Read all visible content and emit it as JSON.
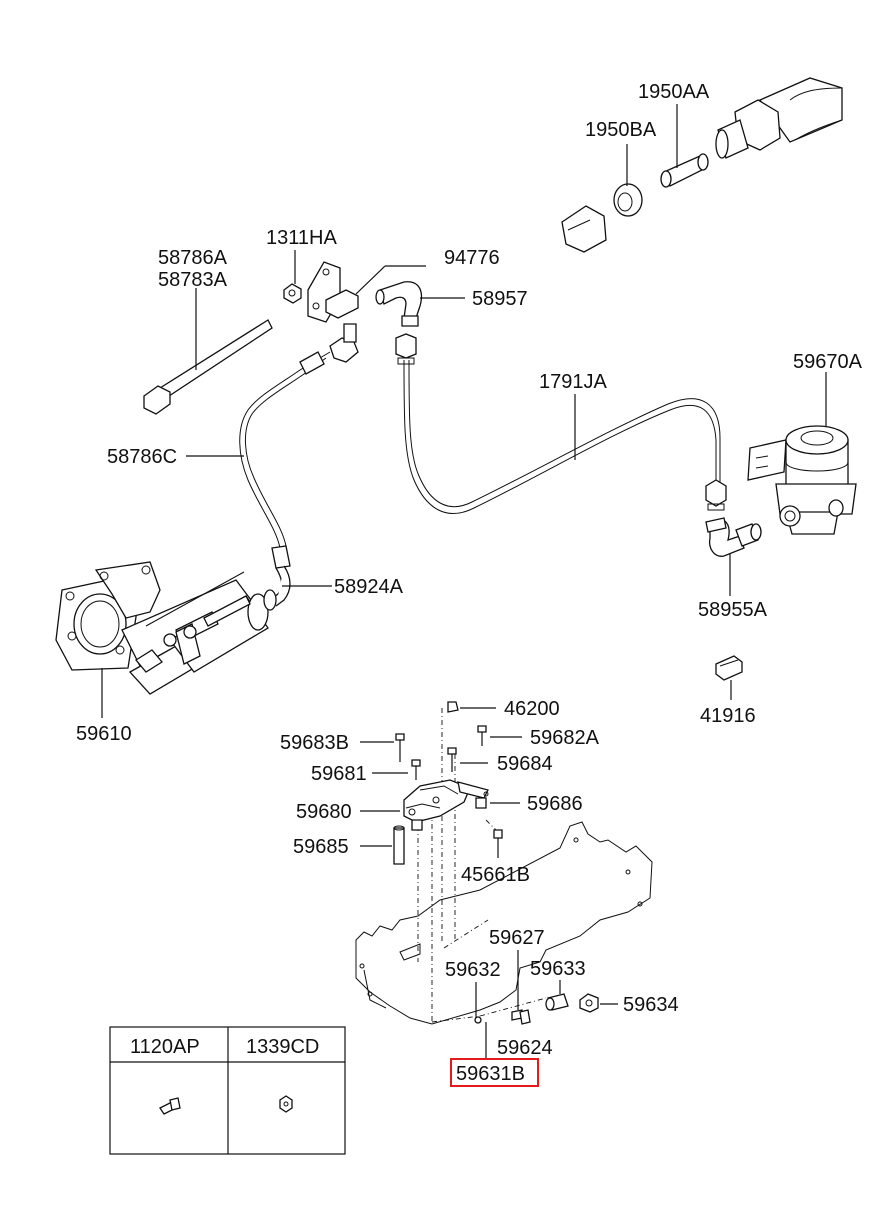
{
  "labels": {
    "p1950AA": "1950AA",
    "p1950BA": "1950BA",
    "p1311HA": "1311HA",
    "p94776": "94776",
    "p58786A": "58786A",
    "p58783A": "58783A",
    "p58957": "58957",
    "p59670A": "59670A",
    "p1791JA": "1791JA",
    "p58786C": "58786C",
    "p58924A": "58924A",
    "p58955A": "58955A",
    "p59610": "59610",
    "p41916": "41916",
    "p46200": "46200",
    "p59683B": "59683B",
    "p59682A": "59682A",
    "p59681": "59681",
    "p59684": "59684",
    "p59680": "59680",
    "p59686": "59686",
    "p59685": "59685",
    "p45661B": "45661B",
    "p59627": "59627",
    "p59632": "59632",
    "p59633": "59633",
    "p59634": "59634",
    "p59624": "59624",
    "p59631B": "59631B"
  },
  "legend_table": {
    "headers": [
      "1120AP",
      "1339CD"
    ]
  },
  "colors": {
    "highlight": "#e31b1b",
    "line": "#111111"
  }
}
